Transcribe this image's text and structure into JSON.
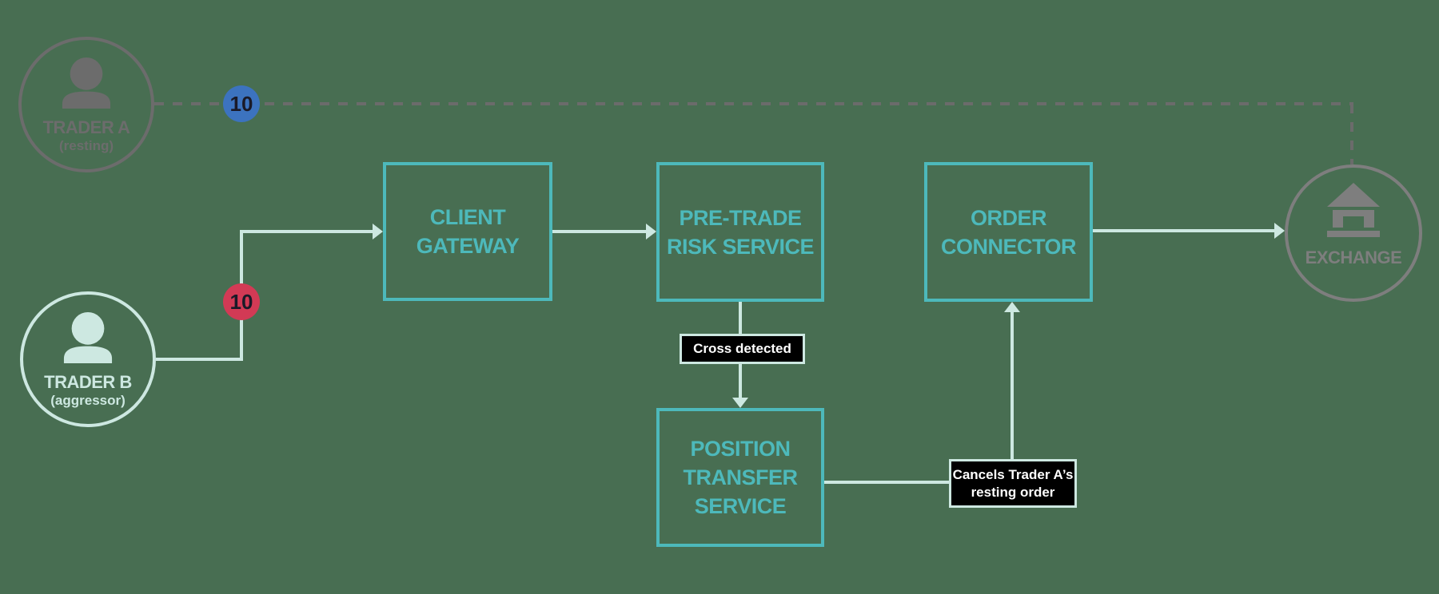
{
  "colors": {
    "background": "#486e52",
    "node_teal": "#4db9bb",
    "flow_mint": "#cde8e1",
    "inactive_gray": "#6c6c6c",
    "exchange_gray": "#7e7e7e",
    "badge_blue": "#3c73bf",
    "badge_red": "#d23a55",
    "annotation_bg": "#000000",
    "annotation_text": "#ffffff"
  },
  "actors": {
    "trader_a": {
      "name": "TRADER A",
      "role": "(resting)",
      "icon": "person-icon"
    },
    "trader_b": {
      "name": "TRADER B",
      "role": "(aggressor)",
      "icon": "person-icon"
    },
    "exchange": {
      "name": "EXCHANGE",
      "icon": "bank-icon"
    }
  },
  "nodes": {
    "client_gateway": {
      "label": "CLIENT\nGATEWAY"
    },
    "pre_trade_risk_service": {
      "label": "PRE-TRADE\nRISK SERVICE"
    },
    "order_connector": {
      "label": "ORDER\nCONNECTOR"
    },
    "position_transfer_service": {
      "label": "POSITION\nTRANSFER\nSERVICE"
    }
  },
  "badges": {
    "trader_a_order_qty": {
      "value": "10"
    },
    "trader_b_order_qty": {
      "value": "10"
    }
  },
  "annotations": {
    "cross_detected": {
      "text": "Cross detected"
    },
    "cancel_resting": {
      "text": "Cancels Trader A’s\nresting order"
    }
  }
}
